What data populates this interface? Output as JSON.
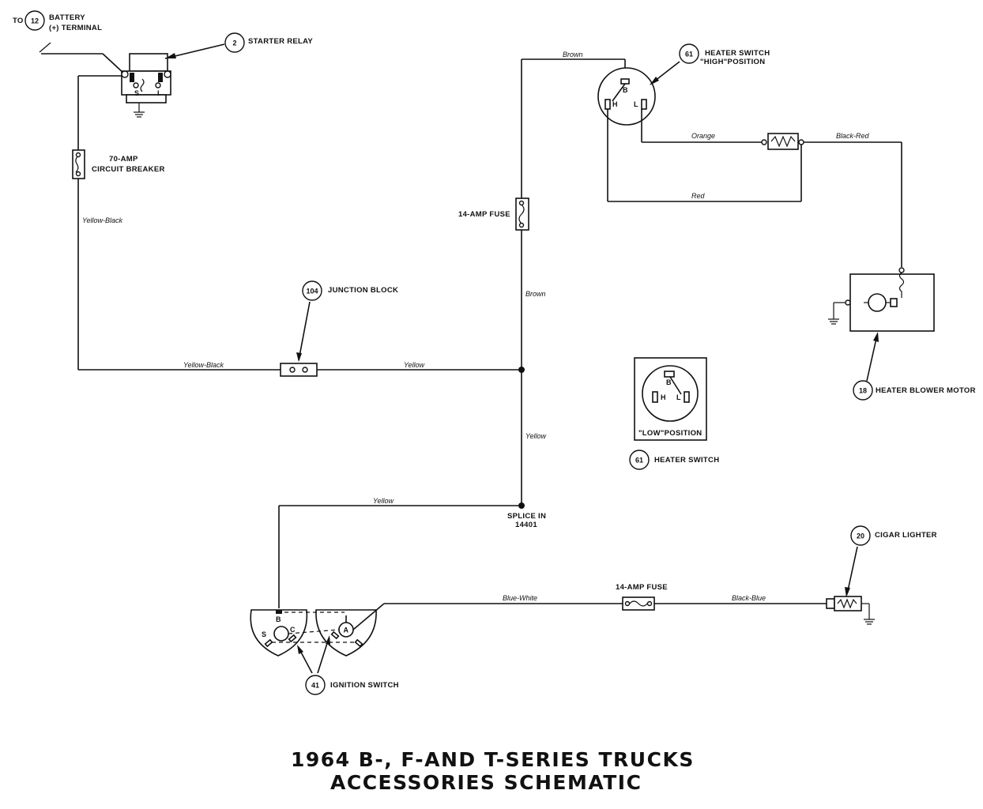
{
  "title": {
    "line1": "1964 B-, F-AND T-SERIES TRUCKS",
    "line2": "ACCESSORIES SCHEMATIC"
  },
  "battery": {
    "prefix": "TO",
    "ref": "12",
    "label1": "BATTERY",
    "label2": "(+) TERMINAL"
  },
  "components": {
    "starter_relay": {
      "ref": "2",
      "label": "STARTER RELAY"
    },
    "circuit_breaker": {
      "label1": "70-AMP",
      "label2": "CIRCUIT BREAKER"
    },
    "junction_block": {
      "ref": "104",
      "label": "JUNCTION BLOCK"
    },
    "fuse_top": {
      "label": "14-AMP FUSE"
    },
    "heater_switch_high": {
      "ref": "61",
      "label1": "HEATER SWITCH",
      "label2": "\"HIGH\"POSITION"
    },
    "heater_switch_low": {
      "ref": "61",
      "label": "HEATER SWITCH",
      "position_label": "\"LOW\"POSITION"
    },
    "blower_motor": {
      "ref": "18",
      "label": "HEATER BLOWER MOTOR"
    },
    "splice": {
      "label1": "SPLICE IN",
      "label2": "14401"
    },
    "cigar_lighter": {
      "ref": "20",
      "label": "CIGAR LIGHTER"
    },
    "fuse_bottom": {
      "label": "14-AMP FUSE"
    },
    "ignition_switch": {
      "ref": "41",
      "label": "IGNITION SWITCH"
    }
  },
  "pins": {
    "relay_s": "S",
    "relay_i": "I",
    "switch_b": "B",
    "switch_h": "H",
    "switch_l": "L",
    "ign_b": "B",
    "ign_s": "S",
    "ign_c": "C",
    "ign_a": "A"
  },
  "wires": {
    "yellow_black_vert": "Yellow-Black",
    "yellow_black_horiz": "Yellow-Black",
    "yellow_to_junction": "Yellow",
    "brown_top": "Brown",
    "brown_vert": "Brown",
    "yellow_vert": "Yellow",
    "yellow_ign": "Yellow",
    "orange": "Orange",
    "black_red": "Black-Red",
    "red": "Red",
    "blue_white": "Blue-White",
    "black_blue": "Black-Blue"
  }
}
